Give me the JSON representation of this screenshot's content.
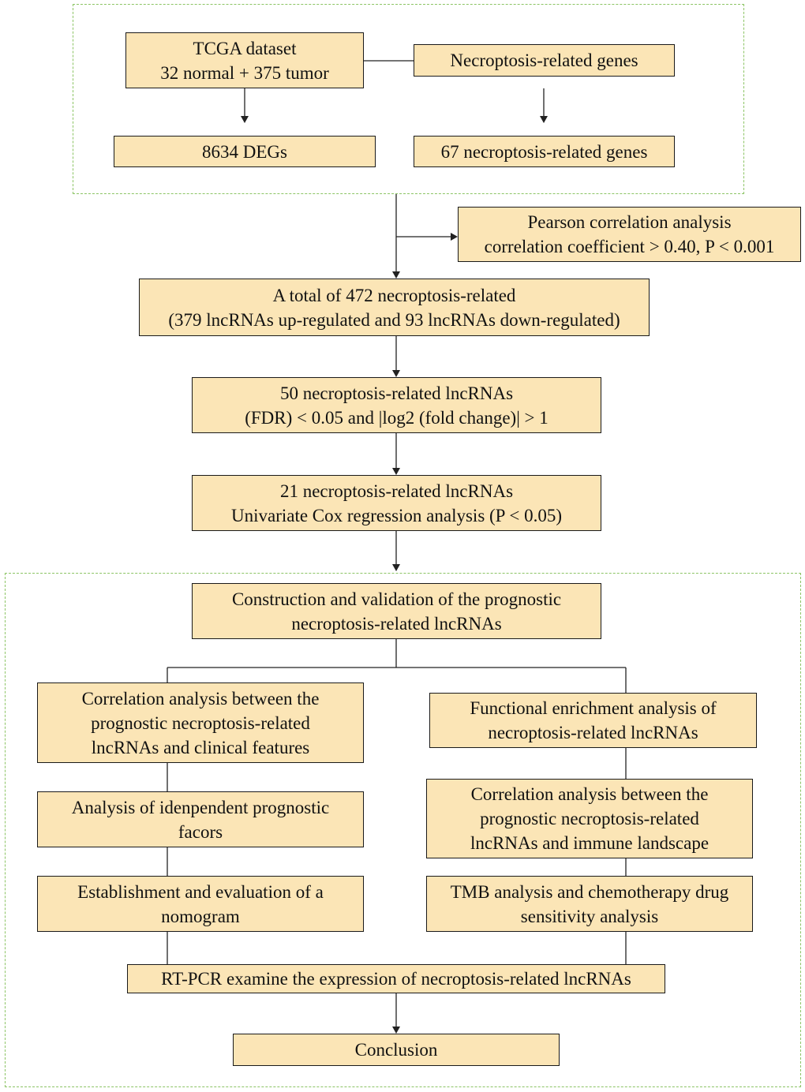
{
  "top_group": {
    "tcga": "TCGA dataset\n32 normal + 375 tumor",
    "necro_genes": "Necroptosis-related genes",
    "degs": "8634 DEGs",
    "necro_67": "67 necroptosis-related genes"
  },
  "pearson": "Pearson correlation analysis\ncorrelation coefficient > 0.40, P < 0.001",
  "total_472": "A total of 472 necroptosis-related\n(379 lncRNAs up-regulated and 93 lncRNAs down-regulated)",
  "lnc_50": "50 necroptosis-related lncRNAs\n(FDR) < 0.05 and |log2 (fold change)| > 1",
  "lnc_21": "21 necroptosis-related lncRNAs\nUnivariate Cox regression analysis (P < 0.05)",
  "bottom_group": {
    "construction": "Construction and validation of the prognostic\nnecroptosis-related lncRNAs",
    "left": {
      "clinical": "Correlation analysis between the\nprognostic necroptosis-related\nlncRNAs and clinical features",
      "independent": "Analysis of idenpendent prognostic\nfacors",
      "nomogram": "Establishment and evaluation of a\nnomogram"
    },
    "right": {
      "functional": "Functional enrichment analysis of\nnecroptosis-related lncRNAs",
      "immune": "Correlation analysis between the\nprognostic necroptosis-related\nlncRNAs and immune landscape",
      "tmb": "TMB analysis and chemotherapy drug\nsensitivity analysis"
    },
    "rtpcr": "RT-PCR examine the expression of necroptosis-related lncRNAs",
    "conclusion": "Conclusion"
  },
  "colors": {
    "box_fill": "#fbe5b6",
    "box_border": "#1a1a1a",
    "group_border": "#8cc464"
  }
}
